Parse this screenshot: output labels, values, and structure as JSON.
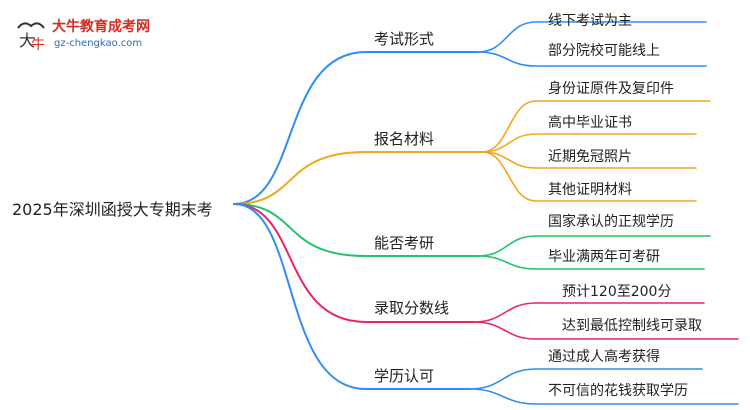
{
  "logo": {
    "title": "大牛教育成考网",
    "url": "gz-chengkao.com"
  },
  "root": "2025年深圳函授大专期末考",
  "colors": {
    "blue": "#2f8ff0",
    "orange": "#f0a81e",
    "green": "#22c36b",
    "pink": "#e8246b",
    "logo_red": "#d62b1f"
  },
  "branches": [
    {
      "label": "考试形式",
      "color": "blue",
      "leaves": [
        "线下考试为主",
        "部分院校可能线上"
      ]
    },
    {
      "label": "报名材料",
      "color": "orange",
      "leaves": [
        "身份证原件及复印件",
        "高中毕业证书",
        "近期免冠照片",
        "其他证明材料"
      ]
    },
    {
      "label": "能否考研",
      "color": "green",
      "leaves": [
        "国家承认的正规学历",
        "毕业满两年可考研"
      ]
    },
    {
      "label": "录取分数线",
      "color": "pink",
      "leaves": [
        "预计120至200分",
        "达到最低控制线可录取"
      ]
    },
    {
      "label": "学历认可",
      "color": "blue",
      "leaves": [
        "通过成人高考获得",
        "不可信的花钱获取学历"
      ]
    }
  ]
}
